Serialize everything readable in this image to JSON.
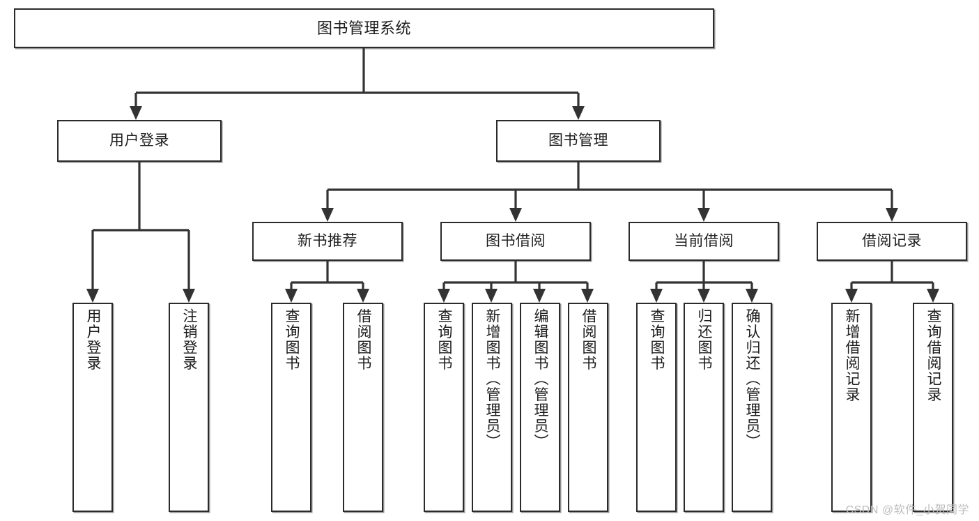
{
  "diagram": {
    "title": "图书管理系统",
    "type": "tree",
    "watermark": "CSDN @软件_小贺同学",
    "colors": {
      "box_border": "#2b2b2b",
      "box_fill": "#ffffff",
      "connector": "#333333",
      "text": "#1c1c1c",
      "watermark": "#bdbdbd"
    },
    "nodes": {
      "root": {
        "label": "图书管理系统",
        "level": 1,
        "orientation": "horizontal"
      },
      "l2_user_login": {
        "label": "用户登录",
        "level": 2,
        "orientation": "horizontal",
        "parent": "root"
      },
      "l2_book_manage": {
        "label": "图书管理",
        "level": 2,
        "orientation": "horizontal",
        "parent": "root"
      },
      "l3_new_book_rec": {
        "label": "新书推荐",
        "level": 3,
        "orientation": "horizontal",
        "parent": "l2_book_manage"
      },
      "l3_book_borrow": {
        "label": "图书借阅",
        "level": 3,
        "orientation": "horizontal",
        "parent": "l2_book_manage"
      },
      "l3_current_borrow": {
        "label": "当前借阅",
        "level": 3,
        "orientation": "horizontal",
        "parent": "l2_book_manage"
      },
      "l3_borrow_record": {
        "label": "借阅记录",
        "level": 3,
        "orientation": "horizontal",
        "parent": "l2_book_manage"
      },
      "leaf_user_login": {
        "label": "用户登录",
        "level": 3,
        "orientation": "vertical",
        "parent": "l2_user_login"
      },
      "leaf_user_logout": {
        "label": "注销登录",
        "level": 3,
        "orientation": "vertical",
        "parent": "l2_user_login"
      },
      "leaf_rec_query_book": {
        "label": "查询图书",
        "level": 4,
        "orientation": "vertical",
        "parent": "l3_new_book_rec"
      },
      "leaf_rec_borrow_book": {
        "label": "借阅图书",
        "level": 4,
        "orientation": "vertical",
        "parent": "l3_new_book_rec"
      },
      "leaf_borrow_query_book": {
        "label": "查询图书",
        "level": 4,
        "orientation": "vertical",
        "parent": "l3_book_borrow"
      },
      "leaf_borrow_add_book": {
        "label": "新增图书（管理员）",
        "level": 4,
        "orientation": "vertical",
        "parent": "l3_book_borrow"
      },
      "leaf_borrow_edit_book": {
        "label": "编辑图书（管理员）",
        "level": 4,
        "orientation": "vertical",
        "parent": "l3_book_borrow"
      },
      "leaf_borrow_borrow_book": {
        "label": "借阅图书",
        "level": 4,
        "orientation": "vertical",
        "parent": "l3_book_borrow"
      },
      "leaf_cur_query_book": {
        "label": "查询图书",
        "level": 4,
        "orientation": "vertical",
        "parent": "l3_current_borrow"
      },
      "leaf_cur_return_book": {
        "label": "归还图书",
        "level": 4,
        "orientation": "vertical",
        "parent": "l3_current_borrow"
      },
      "leaf_cur_confirm_return": {
        "label": "确认归还（管理员）",
        "level": 4,
        "orientation": "vertical",
        "parent": "l3_current_borrow"
      },
      "leaf_rec_add_record": {
        "label": "新增借阅记录",
        "level": 4,
        "orientation": "vertical",
        "parent": "l3_borrow_record"
      },
      "leaf_rec_query_record": {
        "label": "查询借阅记录",
        "level": 4,
        "orientation": "vertical",
        "parent": "l3_borrow_record"
      }
    }
  }
}
